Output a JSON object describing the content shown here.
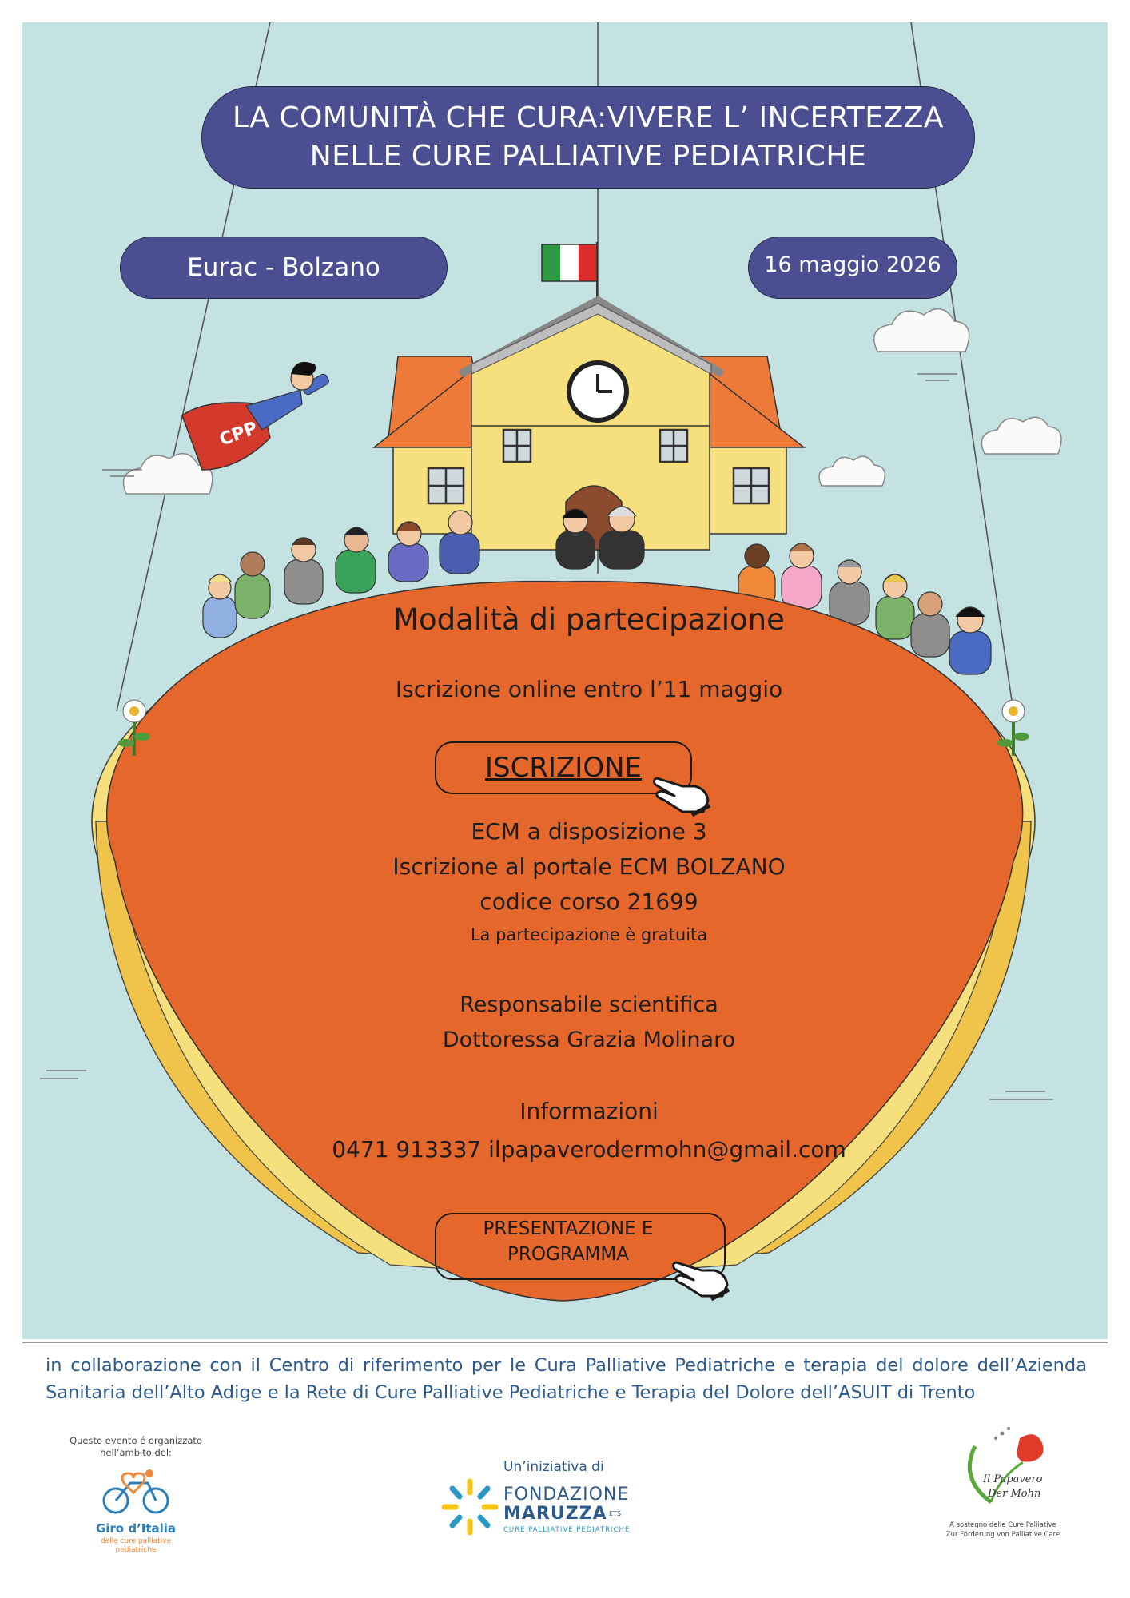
{
  "header": {
    "title_line1": "LA COMUNITÀ CHE CURA:VIVERE L’ INCERTEZZA",
    "title_line2": "NELLE CURE PALLIATIVE PEDIATRICHE",
    "venue": "Eurac  - Bolzano",
    "date": "16 maggio 2026"
  },
  "illustration": {
    "hero_badge": "CPP"
  },
  "main": {
    "heading": "Modalità di partecipazione",
    "deadline": "Iscrizione online entro l’11 maggio",
    "register_button": "ISCRIZIONE",
    "ecm_credits": "ECM a disposizione 3",
    "ecm_portal": "Iscrizione al portale ECM BOLZANO",
    "course_code": "codice corso 21699",
    "free_note": "La partecipazione è gratuita",
    "scientific_label": "Responsabile scientifica",
    "scientific_name": "Dottoressa Grazia Molinaro",
    "info_label": "Informazioni",
    "info_contacts": "0471 913337  ilpapaverodermohn@gmail.com",
    "program_button_line1": "PRESENTAZIONE E",
    "program_button_line2": "PROGRAMMA"
  },
  "footer": {
    "collaboration": "in collaborazione con il Centro di riferimento per le Cura Palliative Pediatriche e terapia del dolore dell’Azienda Sanitaria dell’Alto Adige e la Rete di Cure Palliative Pediatriche e Terapia del Dolore dell’ASUIT di Trento",
    "logo1_caption": "Questo evento é organizzato nell’ambito del:",
    "logo1_name": "Giro d’Italia",
    "logo1_sub": "delle cure palliative pediatriche",
    "logo2_caption": "Un’iniziativa di",
    "logo2_name1": "FONDAZIONE",
    "logo2_name2": "MARUZZA",
    "logo2_ets": "ETS",
    "logo2_sub": "CURE PALLIATIVE PEDIATRICHE",
    "logo3_name1": "Il Papavero",
    "logo3_name2": "Der Mohn",
    "logo3_sub1": "A sostegno delle Cure Palliative",
    "logo3_sub2": "Zur Förderung von Palliative Care"
  },
  "colors": {
    "sky": "#c5e2e2",
    "pill": "#4b4f91",
    "bowl_orange": "#e6672c",
    "bowl_yellow": "#f5e07d",
    "footer_text": "#2d5a8c"
  }
}
